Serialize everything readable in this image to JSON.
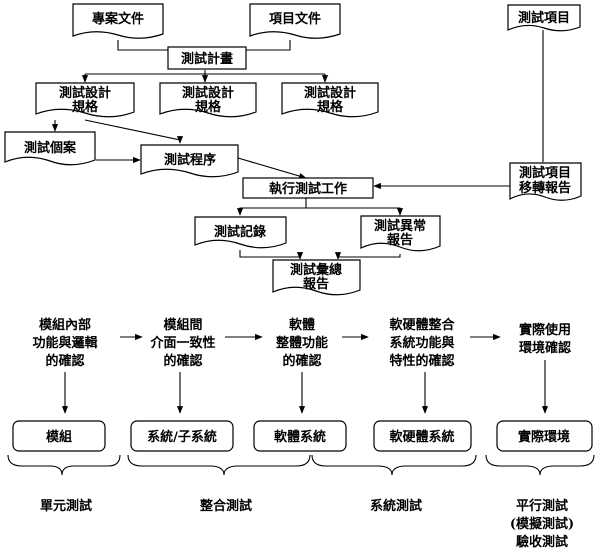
{
  "flowchart": {
    "project_docs": "專案文件",
    "item_docs": "項目文件",
    "test_plan": "測試計畫",
    "test_design_spec": [
      "測試設計",
      "規格"
    ],
    "test_case": "測試個案",
    "test_procedure": "測試程序",
    "execute_tests": "執行測試工作",
    "test_log": "測試記錄",
    "test_incident_report": [
      "測試異常",
      "報告"
    ],
    "test_summary_report": [
      "測試彙總",
      "報告"
    ],
    "test_item": "測試項目",
    "test_item_transmittal": [
      "測試項目",
      "移轉報告"
    ]
  },
  "stages": {
    "verifications": [
      [
        "模組內部",
        "功能與邏輯",
        "的確認"
      ],
      [
        "模組間",
        "介面一致性",
        "的確認"
      ],
      [
        "軟體",
        "整體功能",
        "的確認"
      ],
      [
        "軟硬體整合",
        "系統功能與",
        "特性的確認"
      ],
      [
        "實際使用",
        "環境確認"
      ]
    ],
    "levels": [
      "模組",
      "系統/子系統",
      "軟體系統",
      "軟硬體系統",
      "實際環境"
    ],
    "test_types": [
      [
        "單元測試"
      ],
      [
        "整合測試"
      ],
      [
        "系統測試"
      ],
      [
        "平行測試",
        "(模擬測試)",
        "驗收測試"
      ]
    ]
  }
}
